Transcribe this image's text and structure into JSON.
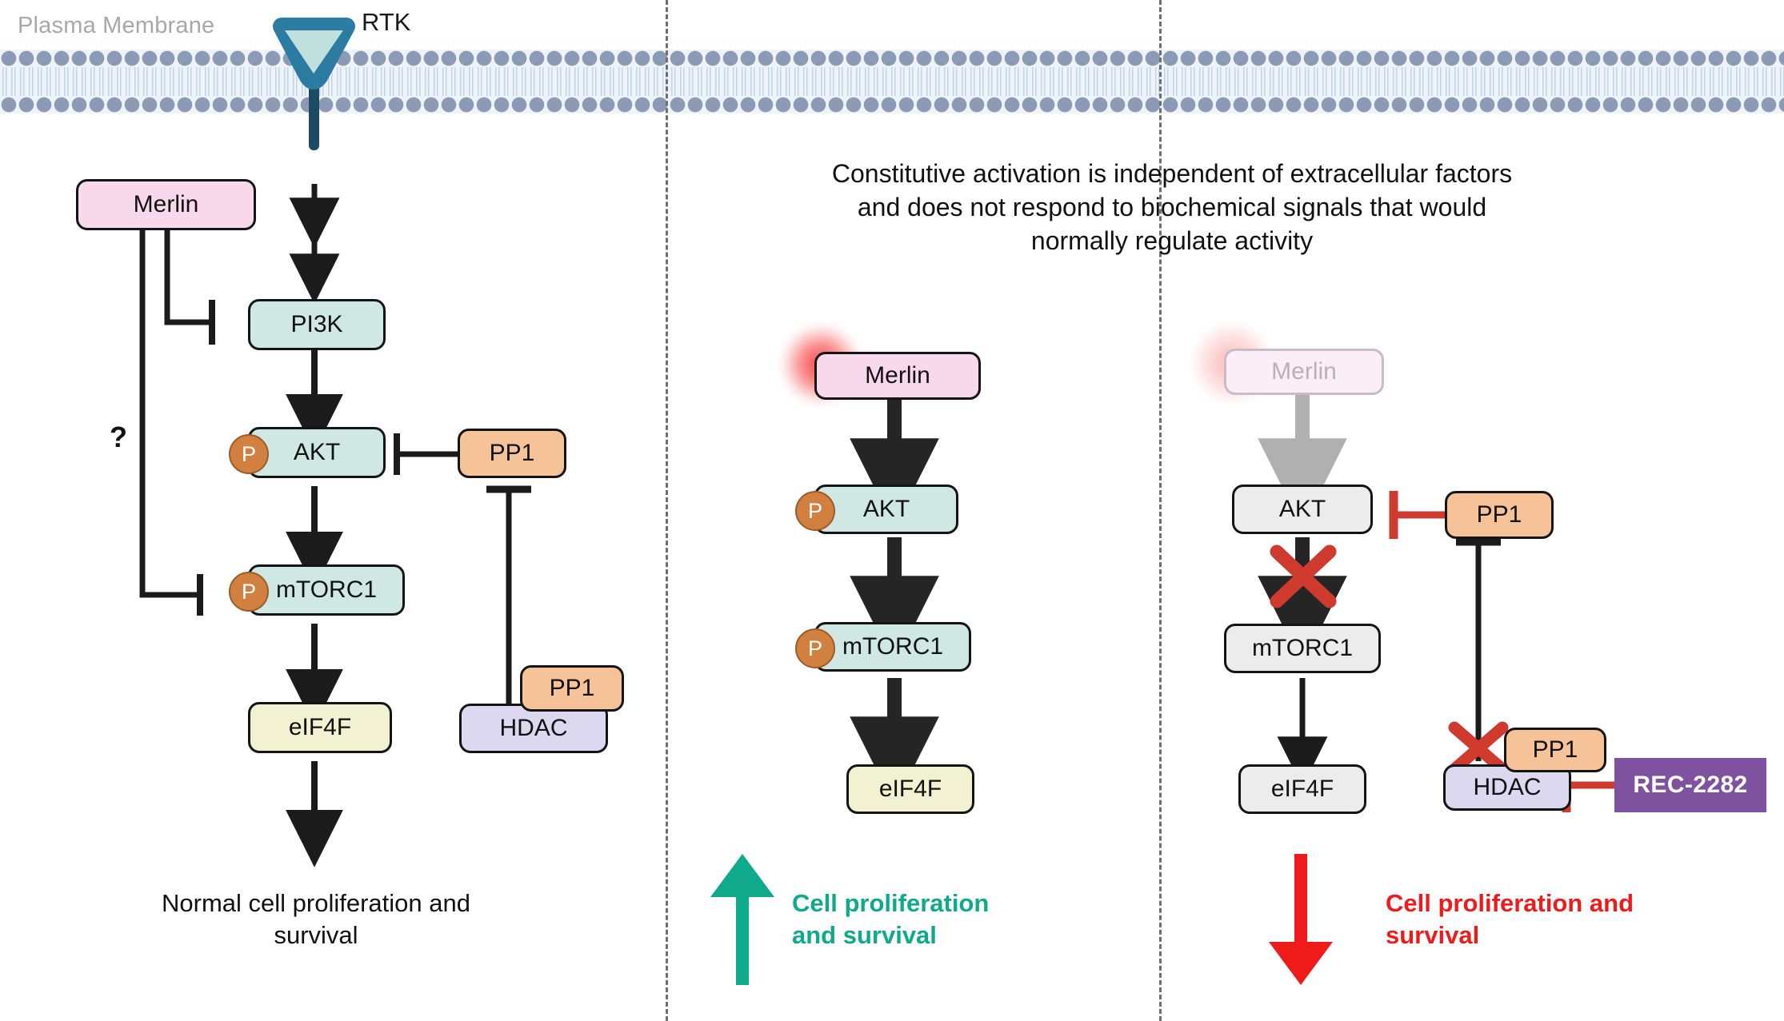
{
  "figure": {
    "membrane_label": "Plasma Membrane",
    "receptor_label": "RTK",
    "headline": "Constitutive activation is independent of extracellular factors and does not respond to biochemical signals that would normally regulate activity"
  },
  "panels": [
    {
      "id": "normal",
      "name": "normal-signaling-panel",
      "nodes": [
        {
          "key": "merlin",
          "label": "Merlin",
          "color": "pink",
          "phospho": false,
          "mutated": false
        },
        {
          "key": "pi3k",
          "label": "PI3K",
          "color": "teal",
          "phospho": false,
          "mutated": false
        },
        {
          "key": "akt",
          "label": "AKT",
          "color": "teal",
          "phospho": true,
          "mutated": false
        },
        {
          "key": "mtorc1",
          "label": "mTORC1",
          "color": "teal",
          "phospho": true,
          "mutated": false
        },
        {
          "key": "eif4f",
          "label": "eIF4F",
          "color": "yellow",
          "phospho": false,
          "mutated": false
        },
        {
          "key": "pp1_akt",
          "label": "PP1",
          "color": "orange",
          "phospho": false,
          "mutated": false
        },
        {
          "key": "pp1_hdac",
          "label": "PP1",
          "color": "orange",
          "phospho": false,
          "mutated": false
        },
        {
          "key": "hdac",
          "label": "HDAC",
          "color": "purple",
          "phospho": false,
          "mutated": false
        }
      ],
      "unknown_marker": "?",
      "outcome_text": "Normal cell proliferation and survival",
      "outcome_color": "#111111",
      "outcome_arrow": "none"
    },
    {
      "id": "nf2-mutant",
      "name": "constitutive-activation-panel",
      "nodes": [
        {
          "key": "merlin",
          "label": "Merlin",
          "color": "pink",
          "phospho": false,
          "mutated": true
        },
        {
          "key": "akt",
          "label": "AKT",
          "color": "teal",
          "phospho": true,
          "mutated": false
        },
        {
          "key": "mtorc1",
          "label": "mTORC1",
          "color": "teal",
          "phospho": true,
          "mutated": false
        },
        {
          "key": "eif4f",
          "label": "eIF4F",
          "color": "yellow",
          "phospho": false,
          "mutated": false
        }
      ],
      "outcome_text": "Cell proliferation and survival",
      "outcome_color": "#0fa98b",
      "outcome_arrow": "up"
    },
    {
      "id": "rec2282-treated",
      "name": "rec-2282-treatment-panel",
      "nodes": [
        {
          "key": "merlin",
          "label": "Merlin",
          "color": "faded",
          "phospho": false,
          "mutated": true
        },
        {
          "key": "akt",
          "label": "AKT",
          "color": "grey",
          "phospho": false,
          "mutated": false
        },
        {
          "key": "mtorc1",
          "label": "mTORC1",
          "color": "grey",
          "phospho": false,
          "mutated": false
        },
        {
          "key": "eif4f",
          "label": "eIF4F",
          "color": "grey",
          "phospho": false,
          "mutated": false
        },
        {
          "key": "pp1_akt",
          "label": "PP1",
          "color": "orange",
          "phospho": false,
          "mutated": false
        },
        {
          "key": "pp1_hdac",
          "label": "PP1",
          "color": "orange",
          "phospho": false,
          "mutated": false
        },
        {
          "key": "hdac",
          "label": "HDAC",
          "color": "purple",
          "phospho": false,
          "mutated": false
        },
        {
          "key": "drug",
          "label": "REC-2282",
          "color": "drug",
          "phospho": false,
          "mutated": false
        }
      ],
      "outcome_text": "Cell proliferation and survival",
      "outcome_color": "#ef1b1b",
      "outcome_arrow": "down"
    }
  ],
  "glyphs": {
    "phospho": "P"
  },
  "colors": {
    "teal_node": "#cfe8e3",
    "pink_node": "#f8d9ec",
    "orange_node": "#f6c398",
    "purple_node": "#dcd8ef",
    "yellow_node": "#f2f1d2",
    "grey_node": "#ececec",
    "drug_purple": "#7f529f",
    "phospho_orange": "#d2803f",
    "inhibit_red": "#cf3a2f",
    "up_arrow_teal": "#0fa98b",
    "down_arrow_red": "#ef1b1b",
    "membrane_head": "#8c9bb5",
    "membrane_tail": "#c3d3e8",
    "rtk_blue": "#2b7ba3"
  }
}
